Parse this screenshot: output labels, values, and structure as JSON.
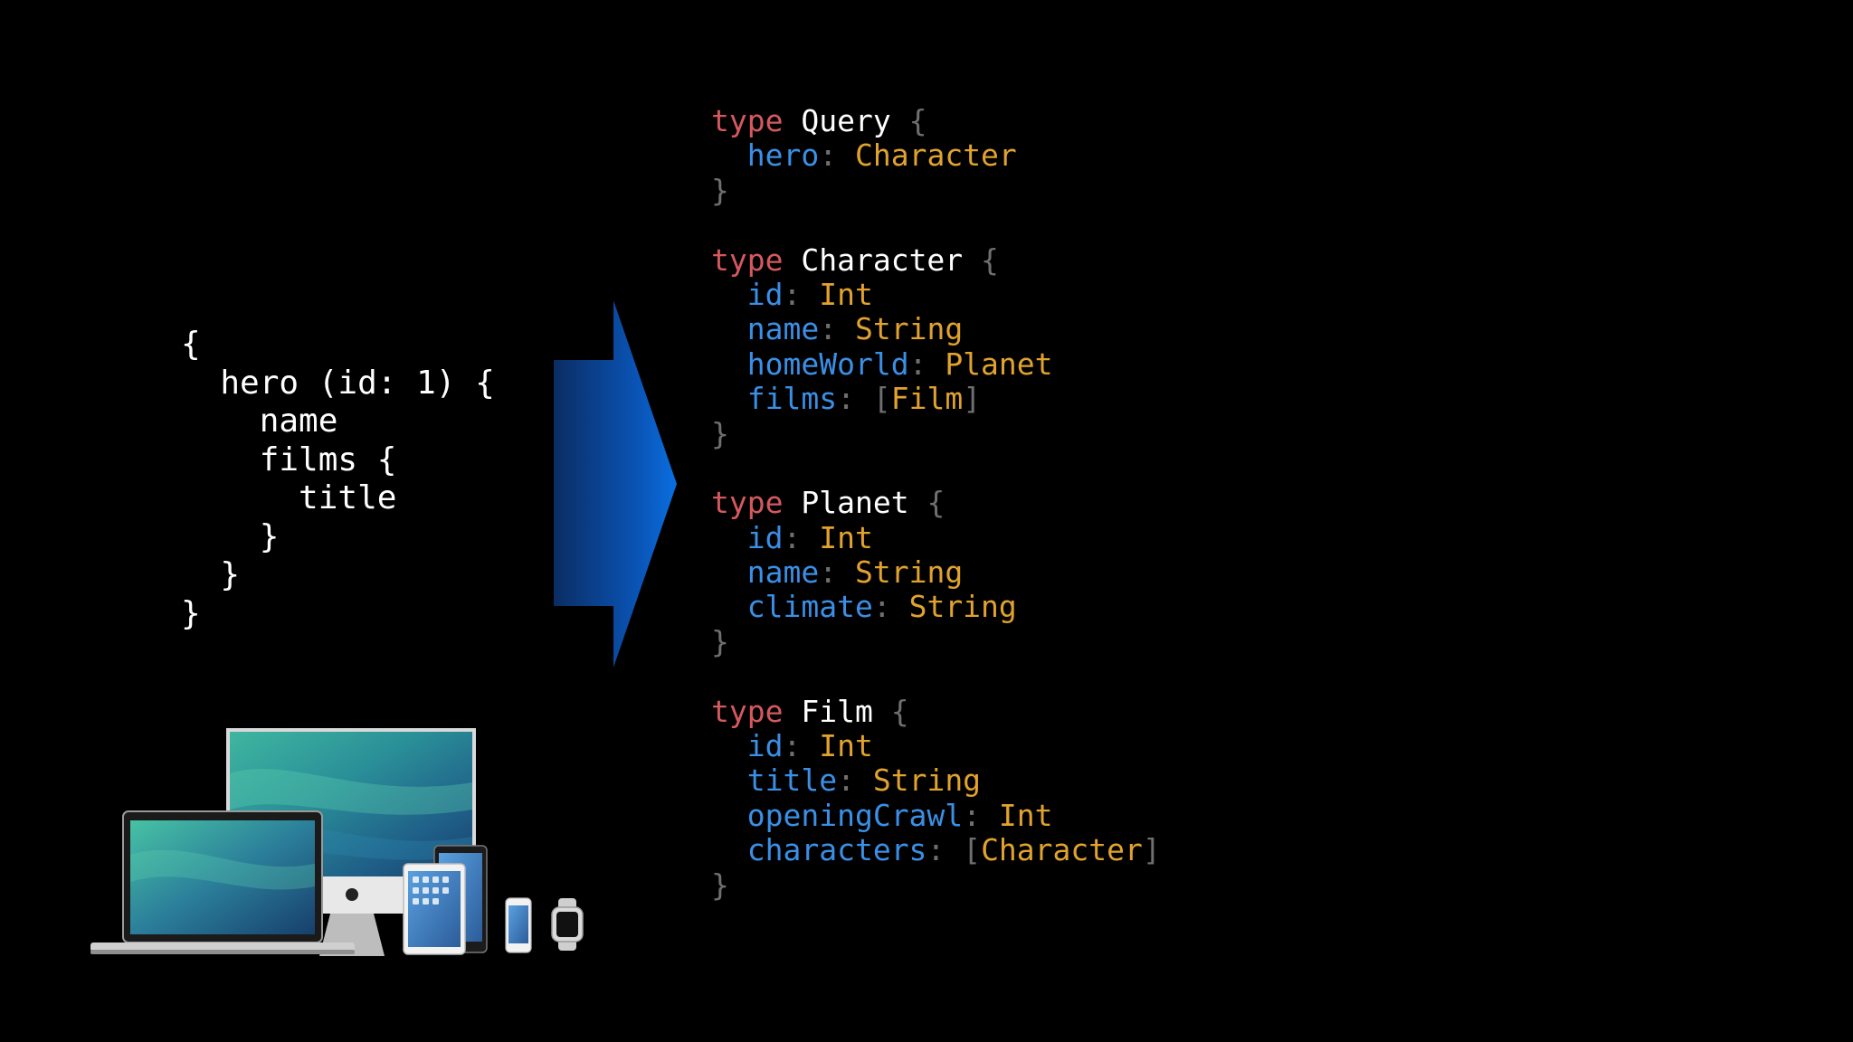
{
  "colors": {
    "background": "#000000",
    "keyword": "#d4595f",
    "type_name": "#ffffff",
    "field": "#3a8fe6",
    "field_type": "#e1a22e",
    "punctuation": "#6f6f6f",
    "arrow_dark": "#0a2d63",
    "arrow_light": "#0a6fe0"
  },
  "query": {
    "lines": [
      "{",
      "  hero (id: 1) {",
      "    name",
      "    films {",
      "      title",
      "    }",
      "  }",
      "}"
    ]
  },
  "schema": {
    "keyword": "type",
    "open_brace": "{",
    "close_brace": "}",
    "colon": ":",
    "list_open": "[",
    "list_close": "]",
    "types": [
      {
        "name": "Query",
        "fields": [
          {
            "name": "hero",
            "type": "Character",
            "list": false
          }
        ]
      },
      {
        "name": "Character",
        "fields": [
          {
            "name": "id",
            "type": "Int",
            "list": false
          },
          {
            "name": "name",
            "type": "String",
            "list": false
          },
          {
            "name": "homeWorld",
            "type": "Planet",
            "list": false
          },
          {
            "name": "films",
            "type": "Film",
            "list": true
          }
        ]
      },
      {
        "name": "Planet",
        "fields": [
          {
            "name": "id",
            "type": "Int",
            "list": false
          },
          {
            "name": "name",
            "type": "String",
            "list": false
          },
          {
            "name": "climate",
            "type": "String",
            "list": false
          }
        ]
      },
      {
        "name": "Film",
        "fields": [
          {
            "name": "id",
            "type": "Int",
            "list": false
          },
          {
            "name": "title",
            "type": "String",
            "list": false
          },
          {
            "name": "openingCrawl",
            "type": "Int",
            "list": false
          },
          {
            "name": "characters",
            "type": "Character",
            "list": true
          }
        ]
      }
    ]
  },
  "devices": {
    "icons": [
      "desktop-monitor-icon",
      "laptop-icon",
      "tablet-icon",
      "phone-icon",
      "watch-icon"
    ]
  }
}
